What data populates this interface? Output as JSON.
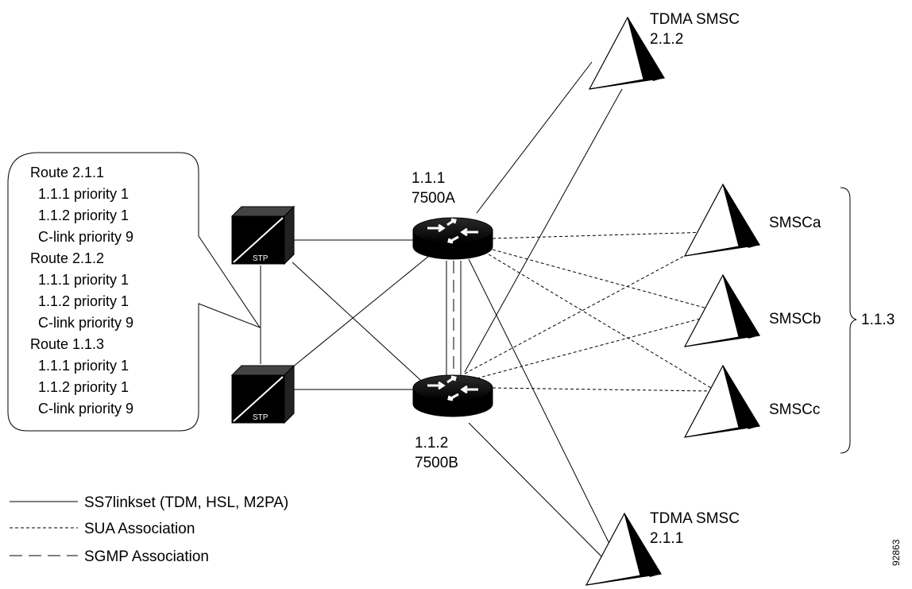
{
  "callout": {
    "lines": [
      "Route 2.1.1",
      "1.1.1 priority 1",
      "1.1.2 priority 1",
      "C-link priority 9",
      "Route 2.1.2",
      "1.1.1 priority 1",
      "1.1.2 priority 1",
      "C-link priority 9",
      "Route 1.1.3",
      "1.1.1 priority 1",
      "1.1.2 priority 1",
      "C-link priority 9"
    ]
  },
  "stp": {
    "label": "STP"
  },
  "routers": {
    "a": {
      "pc": "1.1.1",
      "name": "7500A"
    },
    "b": {
      "pc": "1.1.2",
      "name": "7500B"
    }
  },
  "smsc": {
    "top": {
      "line1": "TDMA SMSC",
      "line2": "2.1.2"
    },
    "bottom": {
      "line1": "TDMA SMSC",
      "line2": "2.1.1"
    },
    "a": "SMSCa",
    "b": "SMSCb",
    "c": "SMSCc",
    "group_pc": "1.1.3"
  },
  "legend": {
    "ss7": "SS7linkset (TDM, HSL, M2PA)",
    "sua": "SUA Association",
    "sgmp": "SGMP Association"
  },
  "figure_id": "92863"
}
